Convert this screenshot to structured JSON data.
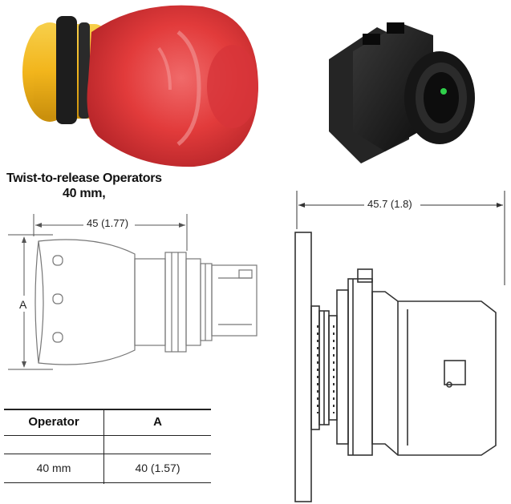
{
  "heading": {
    "line1": "Twist-to-release Operators",
    "line2": "40 mm,"
  },
  "left_drawing": {
    "length_dim": "45 (1.77)",
    "height_dim": "A"
  },
  "right_drawing": {
    "length_dim": "45.7 (1.8)"
  },
  "table": {
    "headers": [
      "Operator",
      "A"
    ],
    "rows": [
      [
        "40 mm",
        "40 (1.57)"
      ]
    ]
  },
  "colors": {
    "cap_red": "#e23b3b",
    "body_yellow": "#f2b51c",
    "block_black": "#1b1b1b",
    "led_green": "#2fd04a"
  },
  "icons": [
    "emergency-stop-operator-photo",
    "contact-block-photo"
  ]
}
